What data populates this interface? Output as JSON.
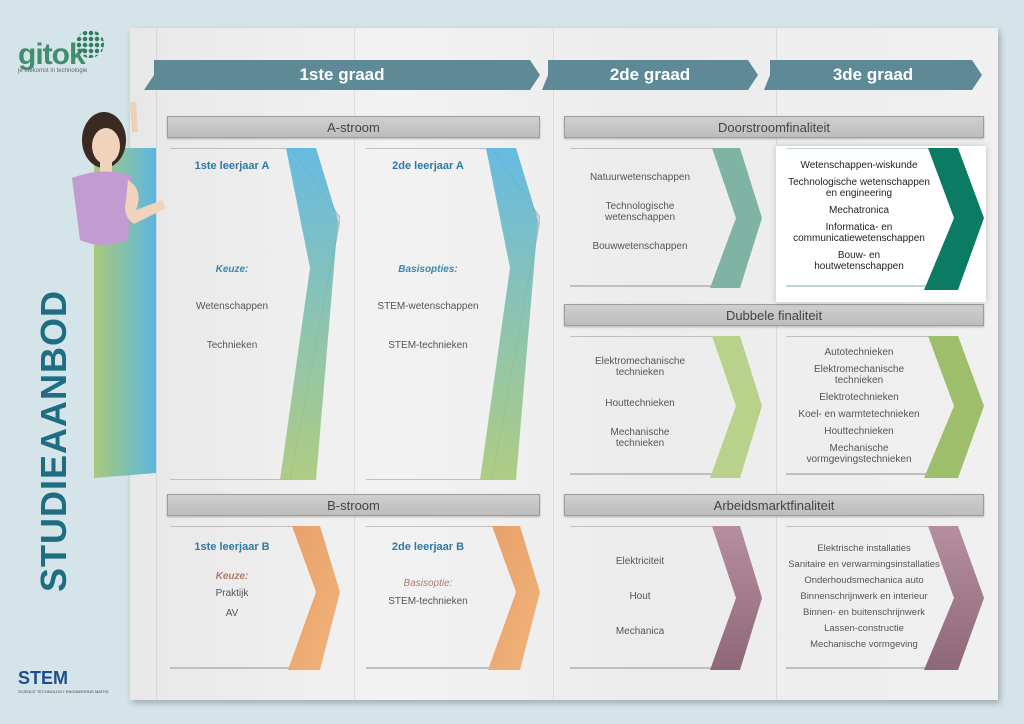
{
  "logo": {
    "name": "gitok",
    "tagline": "je toekomst in technologie"
  },
  "side_title": "STUDIEAANBOD",
  "stem_logo": {
    "name": "STEM",
    "subtitle": "SCIENCE TECHNOLOGY ENGINEERING MATHS"
  },
  "grades": [
    "1ste graad",
    "2de graad",
    "3de graad"
  ],
  "streams": {
    "a": "A-stroom",
    "b": "B-stroom"
  },
  "finalities": {
    "doorstroom": "Doorstroomfinaliteit",
    "dubbel": "Dubbele finaliteit",
    "arbeid": "Arbeidsmarktfinaliteit"
  },
  "a1": {
    "title": "1ste leerjaar A",
    "label": "Keuze:",
    "items": [
      "Wetenschappen",
      "Technieken"
    ]
  },
  "a2": {
    "title": "2de leerjaar A",
    "label": "Basisopties:",
    "items": [
      "STEM-wetenschappen",
      "STEM-technieken"
    ]
  },
  "b1": {
    "title": "1ste leerjaar B",
    "label": "Keuze:",
    "items": [
      "Praktijk",
      "AV"
    ]
  },
  "b2": {
    "title": "2de leerjaar B",
    "label": "Basisoptie:",
    "items": [
      "STEM-technieken"
    ]
  },
  "d2": [
    "Natuurwetenschappen",
    "Technologische wetenschappen",
    "Bouwwetenschappen"
  ],
  "d3": [
    "Wetenschappen-wiskunde",
    "Technologische wetenschappen en engineering",
    "Mechatronica",
    "Informatica- en communicatiewetenschappen",
    "Bouw- en houtwetenschappen"
  ],
  "f2": [
    "Elektromechanische technieken",
    "Houttechnieken",
    "Mechanische technieken"
  ],
  "f3": [
    "Autotechnieken",
    "Elektromechanische technieken",
    "Elektrotechnieken",
    "Koel- en warmtetechnieken",
    "Houttechnieken",
    "Mechanische vormgevingstechnieken"
  ],
  "m2": [
    "Elektriciteit",
    "Hout",
    "Mechanica"
  ],
  "m3": [
    "Elektrische installaties",
    "Sanitaire en verwarmingsinstallaties",
    "Onderhoudsmechanica auto",
    "Binnenschrijnwerk en interieur",
    "Binnen- en buitenschrijnwerk",
    "Lassen-constructie",
    "Mechanische vormgeving"
  ],
  "colors": {
    "teal": "#5a8a96",
    "blue": "#5bb6e0",
    "green": "#a9c97a",
    "orange": "#e8a06a",
    "mauve": "#8e6878",
    "dark_green": "#0b7c63",
    "sage": "#7fb3a3",
    "text_blue": "#2e7aa3"
  }
}
